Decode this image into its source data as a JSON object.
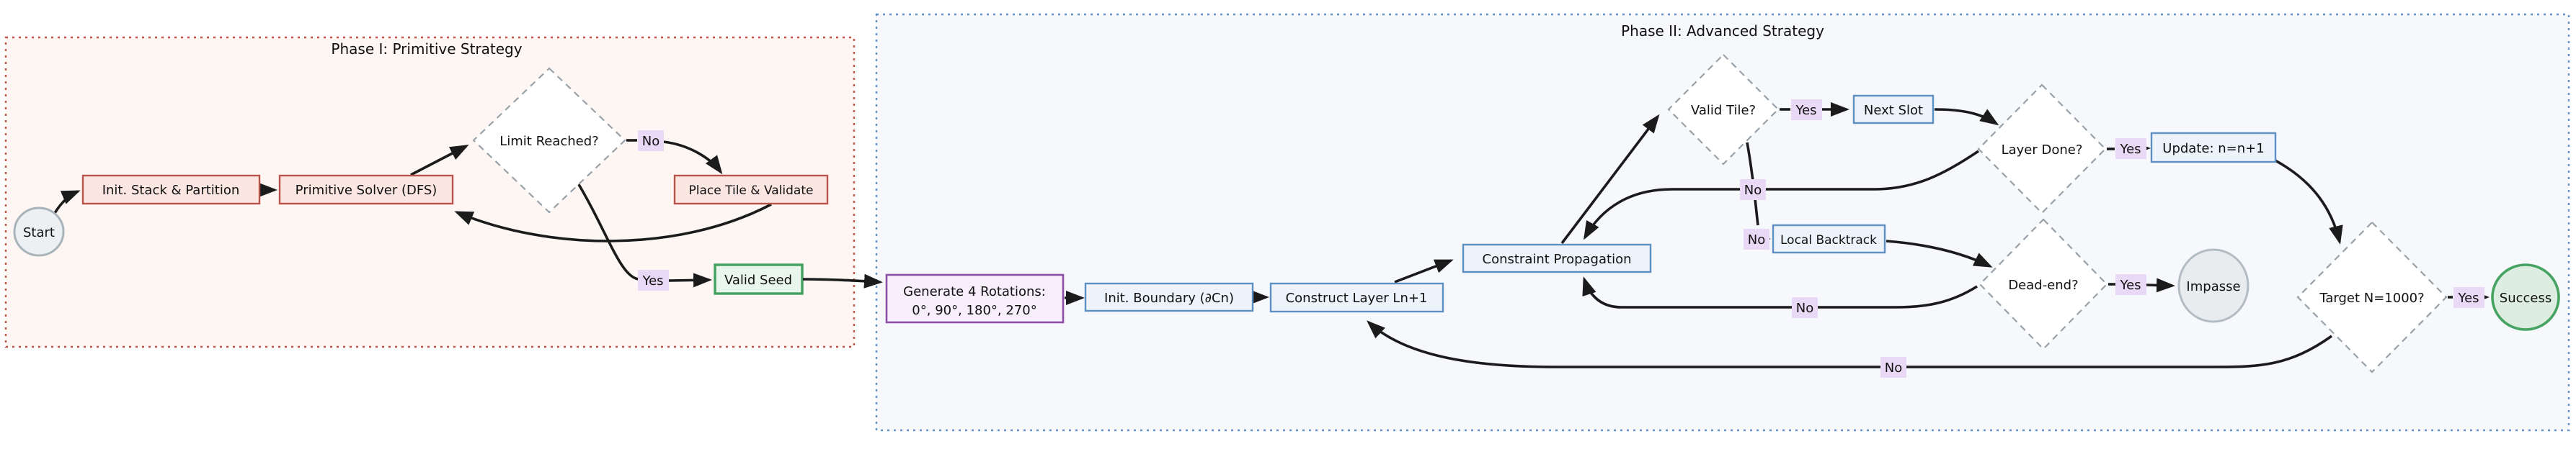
{
  "colors": {
    "page_bg": "#ffffff",
    "edge": "#1b1b1b",
    "text": "#111111",
    "phase1_bg": "#fdf6f3",
    "phase1_border": "#c0564b",
    "phase2_bg": "#f6f8fc",
    "phase2_border": "#6393c6",
    "red_fill": "#fbe6e2",
    "red_stroke": "#b8544c",
    "green_fill": "#e9f6ec",
    "green_stroke": "#41a05f",
    "blue_fill": "#edf3fa",
    "blue_stroke": "#5e8fc2",
    "purple_fill": "#f7effb",
    "purple_stroke": "#8d4fa8",
    "start_fill": "#edf0f2",
    "start_stroke": "#a8b4ba",
    "impasse_fill": "#e9ecee",
    "impasse_stroke": "#b3bcc2",
    "success_fill": "#ddeee1",
    "success_stroke": "#46a361",
    "diamond_stroke": "#98a2a8",
    "label_bg": "#e9d9f6"
  },
  "phases": {
    "phase1": {
      "title": "Phase I: Primitive Strategy"
    },
    "phase2": {
      "title": "Phase II: Advanced Strategy"
    }
  },
  "nodes": {
    "start": {
      "label": "Start",
      "shape": "circle"
    },
    "init_stack": {
      "label": "Init. Stack & Partition",
      "shape": "rect-red"
    },
    "primitive_solver": {
      "label": "Primitive Solver (DFS)",
      "shape": "rect-red"
    },
    "limit_reached": {
      "label": "Limit Reached?",
      "shape": "diamond"
    },
    "place_tile": {
      "label": "Place Tile & Validate",
      "shape": "rect-red"
    },
    "valid_seed": {
      "label": "Valid Seed",
      "shape": "rect-green"
    },
    "generate_rotations": {
      "line1": "Generate 4 Rotations:",
      "line2": "0°, 90°, 180°, 270°",
      "shape": "rect-purple"
    },
    "init_boundary": {
      "label": "Init. Boundary (∂Cn)",
      "shape": "rect-blue"
    },
    "construct_layer": {
      "label": "Construct Layer Ln+1",
      "shape": "rect-blue"
    },
    "constraint_propagation": {
      "label": "Constraint Propagation",
      "shape": "rect-blue"
    },
    "valid_tile": {
      "label": "Valid Tile?",
      "shape": "diamond"
    },
    "next_slot": {
      "label": "Next Slot",
      "shape": "rect-blue"
    },
    "layer_done": {
      "label": "Layer Done?",
      "shape": "diamond"
    },
    "update_counter": {
      "label": "Update: n=n+1",
      "shape": "rect-blue"
    },
    "local_backtrack": {
      "label": "Local Backtrack",
      "shape": "rect-blue"
    },
    "dead_end": {
      "label": "Dead-end?",
      "shape": "diamond"
    },
    "impasse": {
      "label": "Impasse",
      "shape": "circle"
    },
    "target_n": {
      "label": "Target N=1000?",
      "shape": "diamond"
    },
    "success": {
      "label": "Success",
      "shape": "circle"
    }
  },
  "edges": [
    {
      "from": "Start",
      "to": "Init. Stack & Partition",
      "label": ""
    },
    {
      "from": "Init. Stack & Partition",
      "to": "Primitive Solver (DFS)",
      "label": ""
    },
    {
      "from": "Primitive Solver (DFS)",
      "to": "Limit Reached?",
      "label": ""
    },
    {
      "from": "Limit Reached?",
      "to": "Place Tile & Validate",
      "label": "No"
    },
    {
      "from": "Place Tile & Validate",
      "to": "Primitive Solver (DFS)",
      "label": ""
    },
    {
      "from": "Limit Reached?",
      "to": "Valid Seed",
      "label": "Yes"
    },
    {
      "from": "Valid Seed",
      "to": "Generate 4 Rotations: 0°, 90°, 180°, 270°",
      "label": ""
    },
    {
      "from": "Generate 4 Rotations: 0°, 90°, 180°, 270°",
      "to": "Init. Boundary (∂Cn)",
      "label": ""
    },
    {
      "from": "Init. Boundary (∂Cn)",
      "to": "Construct Layer Ln+1",
      "label": ""
    },
    {
      "from": "Construct Layer Ln+1",
      "to": "Constraint Propagation",
      "label": ""
    },
    {
      "from": "Constraint Propagation",
      "to": "Valid Tile?",
      "label": ""
    },
    {
      "from": "Valid Tile?",
      "to": "Next Slot",
      "label": "Yes"
    },
    {
      "from": "Valid Tile?",
      "to": "Local Backtrack",
      "label": "No"
    },
    {
      "from": "Next Slot",
      "to": "Layer Done?",
      "label": ""
    },
    {
      "from": "Layer Done?",
      "to": "Update: n=n+1",
      "label": "Yes"
    },
    {
      "from": "Layer Done?",
      "to": "Constraint Propagation",
      "label": "No"
    },
    {
      "from": "Local Backtrack",
      "to": "Dead-end?",
      "label": ""
    },
    {
      "from": "Dead-end?",
      "to": "Impasse",
      "label": "Yes"
    },
    {
      "from": "Dead-end?",
      "to": "Constraint Propagation",
      "label": "No"
    },
    {
      "from": "Update: n=n+1",
      "to": "Target N=1000?",
      "label": ""
    },
    {
      "from": "Target N=1000?",
      "to": "Success",
      "label": "Yes"
    },
    {
      "from": "Target N=1000?",
      "to": "Construct Layer Ln+1",
      "label": "No"
    }
  ]
}
